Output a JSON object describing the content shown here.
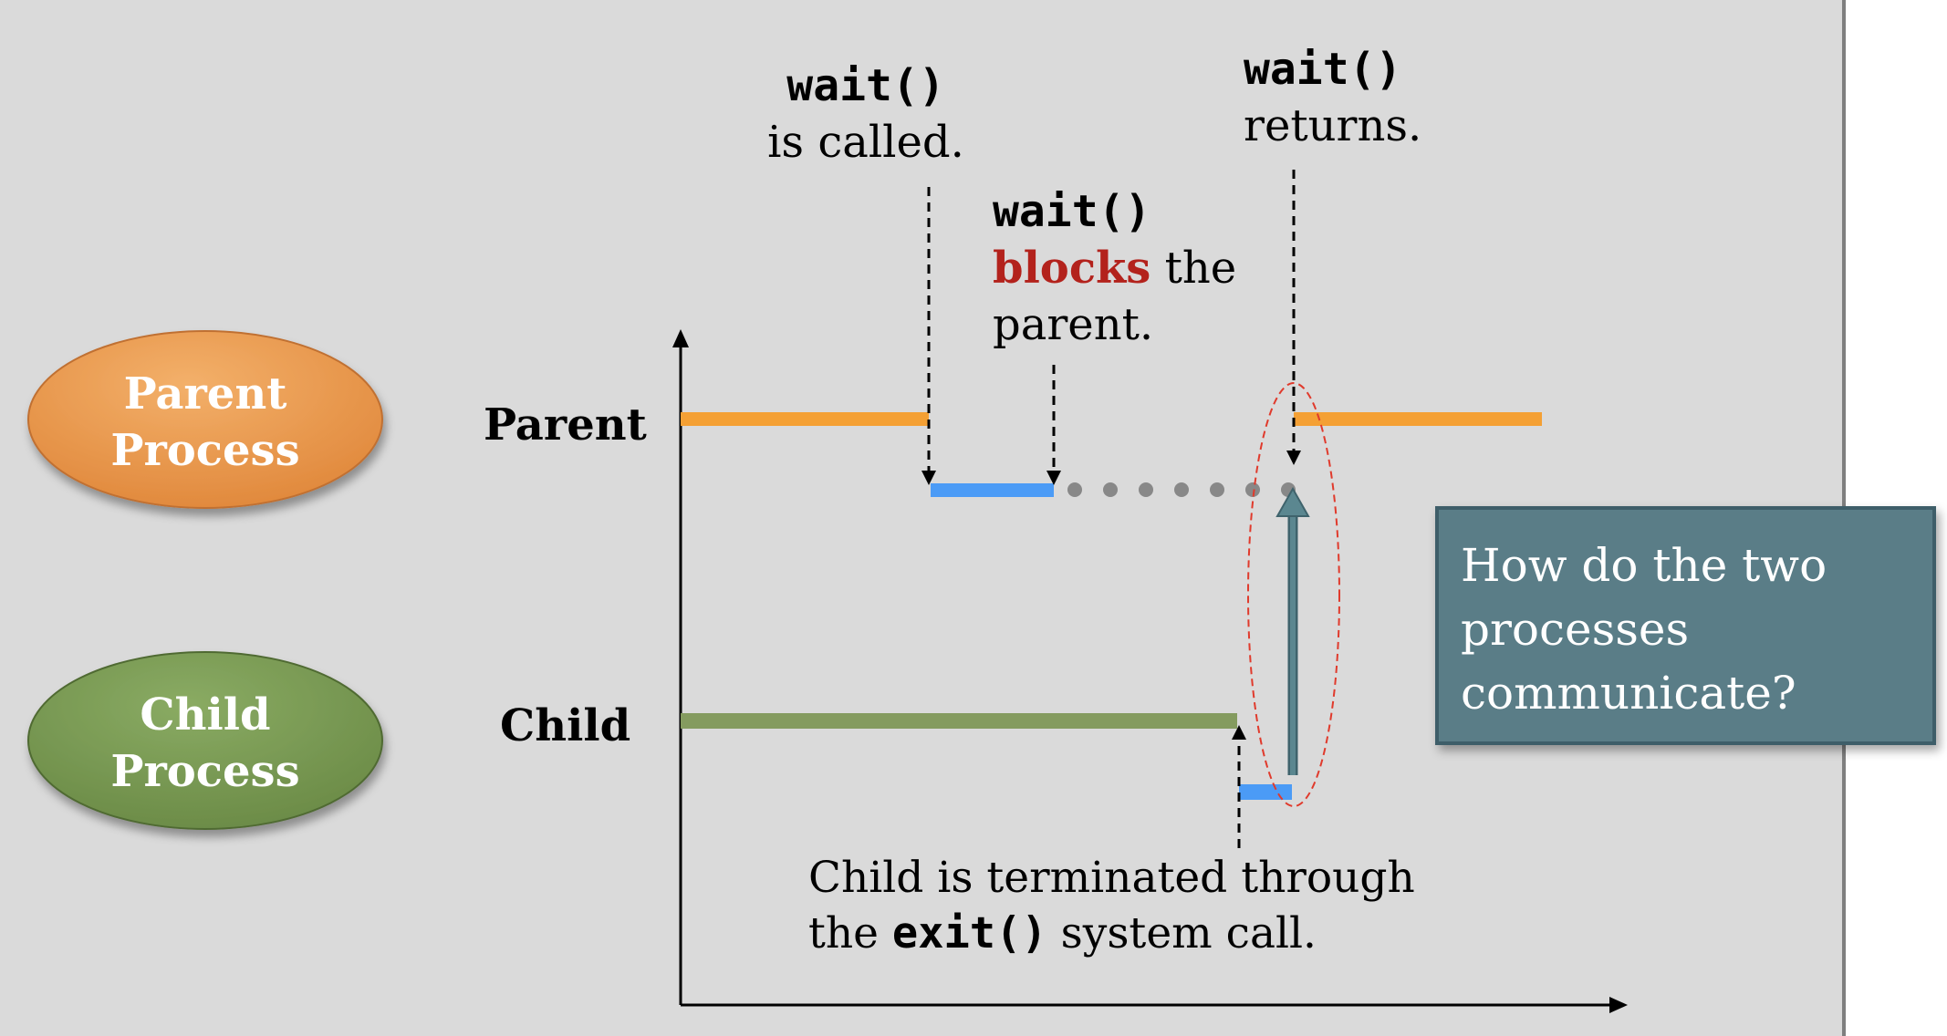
{
  "labels": {
    "parent_oval": [
      "Parent",
      "Process"
    ],
    "child_oval": [
      "Child",
      "Process"
    ],
    "parent_row": "Parent",
    "child_row": "Child",
    "wait_called": {
      "code": "wait()",
      "text": "is called."
    },
    "wait_blocks": {
      "code": "wait()",
      "emphasis": "blocks",
      "rest": " the",
      "line3": "parent."
    },
    "wait_returns": {
      "code": "wait()",
      "text": "returns."
    },
    "child_terminated": {
      "line1": "Child is terminated through",
      "pre": "the ",
      "code": "exit()",
      "post": " system call."
    }
  },
  "question": "How do the two processes communicate?",
  "colors": {
    "background": "#dadada",
    "parent_bar": "#f4a034",
    "child_bar": "#849b5f",
    "blocked_bar": "#4b9bf6",
    "dots": "#888888",
    "emphasis": "#b3221c",
    "callout_box": "#5a7d87",
    "signal_arrow": "#4f7a84",
    "highlight_ellipse": "#e03a2c",
    "parent_oval": "#e89a4e",
    "child_oval": "#789a52"
  }
}
